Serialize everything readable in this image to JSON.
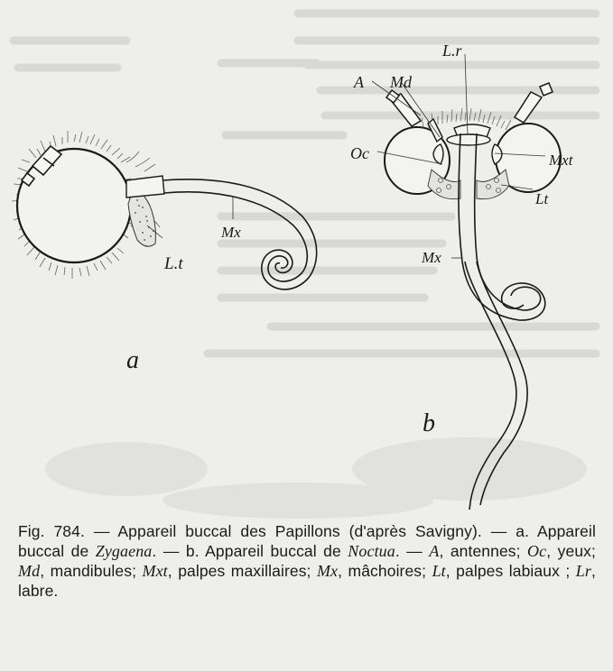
{
  "figure": {
    "panel_a": {
      "letter": "a",
      "label_mx": "Mx",
      "label_lt": "L.t"
    },
    "panel_b": {
      "letter": "b",
      "label_a": "A",
      "label_md": "Md",
      "label_lr": "L.r",
      "label_oc": "Oc",
      "label_mxt": "Mxt",
      "label_lt": "Lt",
      "label_mx": "Mx"
    }
  },
  "caption": {
    "fig": "Fig. 784.",
    "title": "— Appareil buccal des Papillons (d'après Savigny). —",
    "a_letter": "a.",
    "a_text": "Appareil buccal de",
    "zygaena": "Zygaena",
    "sep1": ". —",
    "b_letter": "b.",
    "b_text": "Appareil buccal de",
    "noctua": "Noctua",
    "sep2": ". —",
    "abbr_a": "A",
    "def_a": ", antennes;",
    "abbr_oc": "Oc",
    "def_oc": ", yeux;",
    "abbr_md": "Md",
    "def_md": ", mandibules;",
    "abbr_mxt": "Mxt",
    "def_mxt": ", palpes maxillaires;",
    "abbr_mx": "Mx",
    "def_mx": ", mâchoires;",
    "abbr_lt": "Lt",
    "def_lt": ", palpes labiaux ;",
    "abbr_lr": "Lr",
    "def_lr": ", labre."
  }
}
